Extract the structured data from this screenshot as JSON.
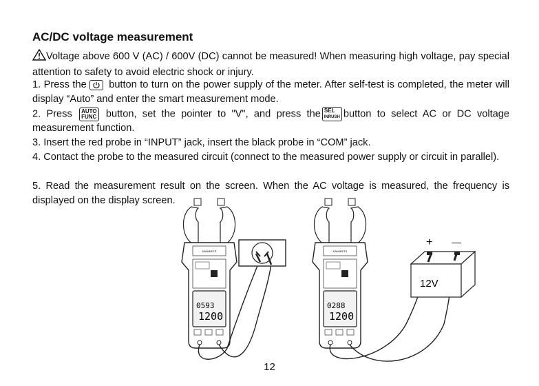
{
  "heading": "AC/DC voltage measurement",
  "warning": "Voltage above 600 V (AC) / 600V (DC) cannot be measured! When measuring high voltage, pay special attention to safety to avoid electric shock or injury.",
  "step1_a": "1. Press the",
  "step1_b": "button to turn on the power supply of the meter. After self-test is completed, the meter will display “Auto” and enter the smart measurement mode.",
  "step2_a": "2. Press",
  "step2_b": "button, set the pointer to \"V\", and press the",
  "step2_c": "button to select AC or DC voltage measurement function.",
  "keys": {
    "auto_top": "AUTO",
    "auto_bottom": "FUNC",
    "sel_top": "SEL",
    "sel_bottom": "INRUSH"
  },
  "step3": "3. Insert the red probe in “INPUT” jack, insert the black probe in “COM” jack.",
  "step4": "4. Contact the probe to the measured circuit (connect to the measured power supply or circuit in parallel).",
  "step5": "5. Read the measurement result on the screen. When the AC voltage is measured, the frequency is displayed on the display screen.",
  "figure": {
    "left_main": "1200",
    "left_sub": "0593",
    "right_main": "1200",
    "right_sub": "0288",
    "battery_label": "12V",
    "plus": "+",
    "minus": "—"
  },
  "page_number": "12"
}
